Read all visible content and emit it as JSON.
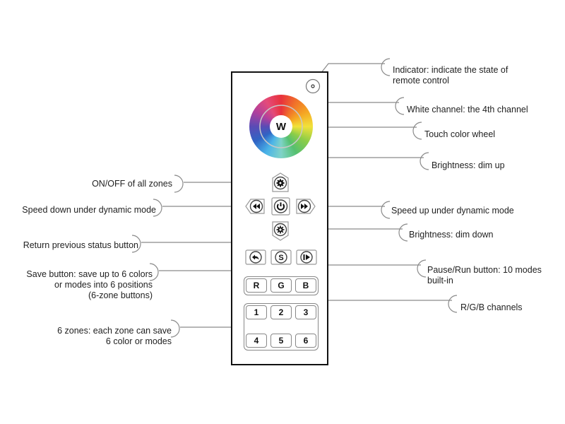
{
  "diagram": {
    "title": "RGBW remote control button layout",
    "remote": {
      "indicator_symbol": "o",
      "white_button_label": "W",
      "power_icon": "power-icon",
      "brightness_icon": "gear-icon",
      "speed_down_icon": "rewind-icon",
      "speed_up_icon": "fast-forward-icon",
      "return_icon": "undo-arrow-icon",
      "save_label": "S",
      "pause_run_icon": "play-pause-icon",
      "channel_keys": [
        "R",
        "G",
        "B"
      ],
      "zone_keys": [
        "1",
        "2",
        "3",
        "4",
        "5",
        "6"
      ]
    },
    "annotations": {
      "indicator": [
        "Indicator: indicate the state of",
        "remote control"
      ],
      "white_channel": "White channel: the 4th channel",
      "color_wheel": "Touch color wheel",
      "dim_up": "Brightness: dim up",
      "on_off": "ON/OFF of all zones",
      "speed_down": "Speed down under dynamic mode",
      "speed_up": "Speed up under dynamic mode",
      "dim_down": "Brightness: dim down",
      "return": "Return previous status button",
      "save": [
        "Save button: save up to 6 colors",
        "or modes into 6 positions",
        "(6-zone buttons)"
      ],
      "pause_run": [
        "Pause/Run button: 10 modes",
        "built-in"
      ],
      "rgb": "R/G/B channels",
      "zones": [
        "6 zones: each zone can save",
        "6 color or modes"
      ]
    },
    "colors": {
      "outline": "#111111",
      "leader_line": "#888888",
      "button_border": "#888888",
      "text": "#222222"
    }
  }
}
